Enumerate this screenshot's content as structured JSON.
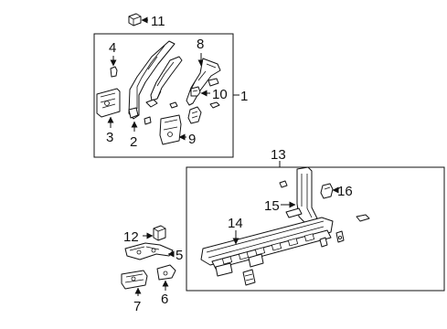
{
  "callouts": {
    "c1": "1",
    "c2": "2",
    "c3": "3",
    "c4": "4",
    "c5": "5",
    "c6": "6",
    "c7": "7",
    "c8": "8",
    "c9": "9",
    "c10": "10",
    "c11": "11",
    "c12": "12",
    "c13": "13",
    "c14": "14",
    "c15": "15",
    "c16": "16"
  },
  "colors": {
    "line": "#111111",
    "background": "#ffffff"
  }
}
